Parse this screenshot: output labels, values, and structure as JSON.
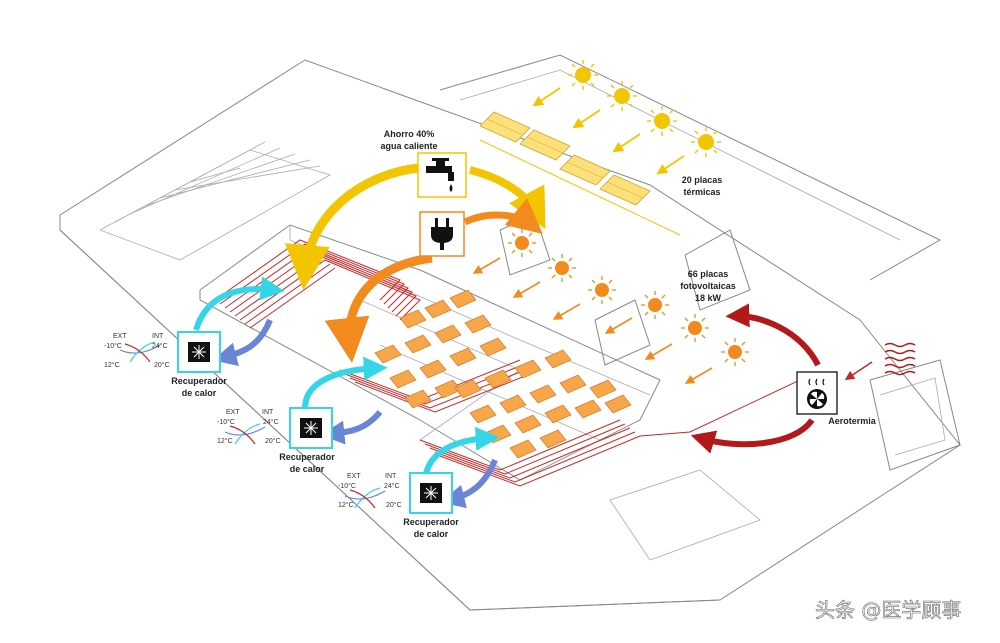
{
  "labels": {
    "ahorro_line1": "Ahorro 40%",
    "ahorro_line2": "agua caliente",
    "placas_termicas_line1": "20 placas",
    "placas_termicas_line2": "térmicas",
    "fotovoltaicas_line1": "66 placas",
    "fotovoltaicas_line2": "fotovoltaicas",
    "fotovoltaicas_line3": "18 kW",
    "aerotermia": "Aerotermia",
    "recuperador_line1": "Recuperador",
    "recuperador_line2": "de calor"
  },
  "recuperadores": [
    {
      "ext": "EXT",
      "int": "INT",
      "ext_temp": "-10°C",
      "int_temp": "24°C",
      "out_left": "12°C",
      "out_right": "20°C"
    },
    {
      "ext": "EXT",
      "int": "INT",
      "ext_temp": "-10°C",
      "int_temp": "24°C",
      "out_left": "12°C",
      "out_right": "20°C"
    },
    {
      "ext": "EXT",
      "int": "INT",
      "ext_temp": "-10°C",
      "int_temp": "24°C",
      "out_left": "12°C",
      "out_right": "20°C"
    }
  ],
  "watermark": "头条 @医学顾事",
  "colors": {
    "solar_thermal": "#f2c500",
    "photovoltaic": "#f28a1e",
    "heat_pump": "#b3191a",
    "recovery_in": "#33d6e8",
    "recovery_out": "#6a84d8"
  },
  "icons": {
    "water": "faucet-icon",
    "power": "plug-icon",
    "aerotermia": "fan-icon",
    "recuperador": "heat-exchanger-icon"
  }
}
